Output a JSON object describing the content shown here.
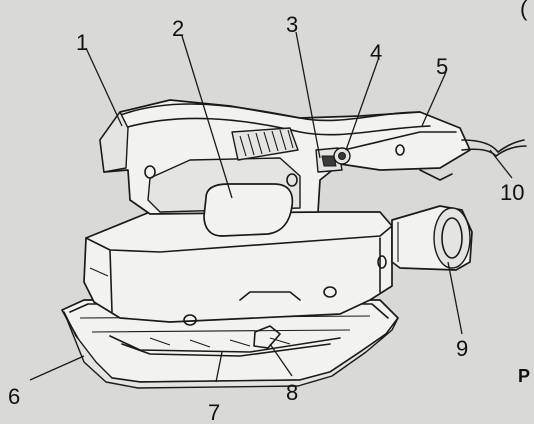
{
  "diagram": {
    "labels": [
      {
        "id": "1",
        "text": "1"
      },
      {
        "id": "2",
        "text": "2"
      },
      {
        "id": "3",
        "text": "3"
      },
      {
        "id": "4",
        "text": "4"
      },
      {
        "id": "5",
        "text": "5"
      },
      {
        "id": "6",
        "text": "6"
      },
      {
        "id": "7",
        "text": "7"
      },
      {
        "id": "8",
        "text": "8"
      },
      {
        "id": "9",
        "text": "9"
      },
      {
        "id": "10",
        "text": "10"
      }
    ],
    "edge_fragment": "P",
    "top_right_fragment": "("
  }
}
